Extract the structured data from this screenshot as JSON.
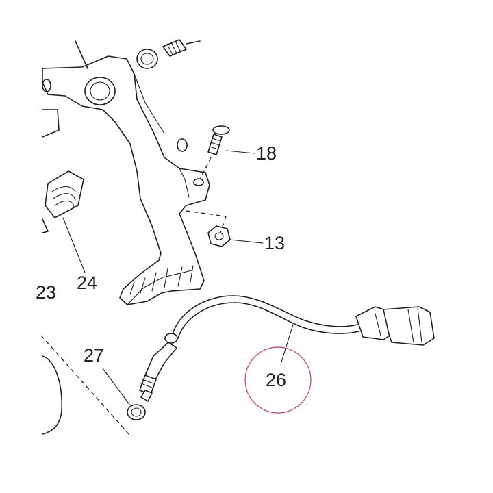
{
  "labels": {
    "part_18": "18",
    "part_13": "13",
    "part_24": "24",
    "part_23_partial": "23",
    "part_27": "27",
    "part_26": "26"
  },
  "colors": {
    "line": "#1e1e1e",
    "highlight_circle": "#b5485e",
    "background": "#ffffff"
  }
}
